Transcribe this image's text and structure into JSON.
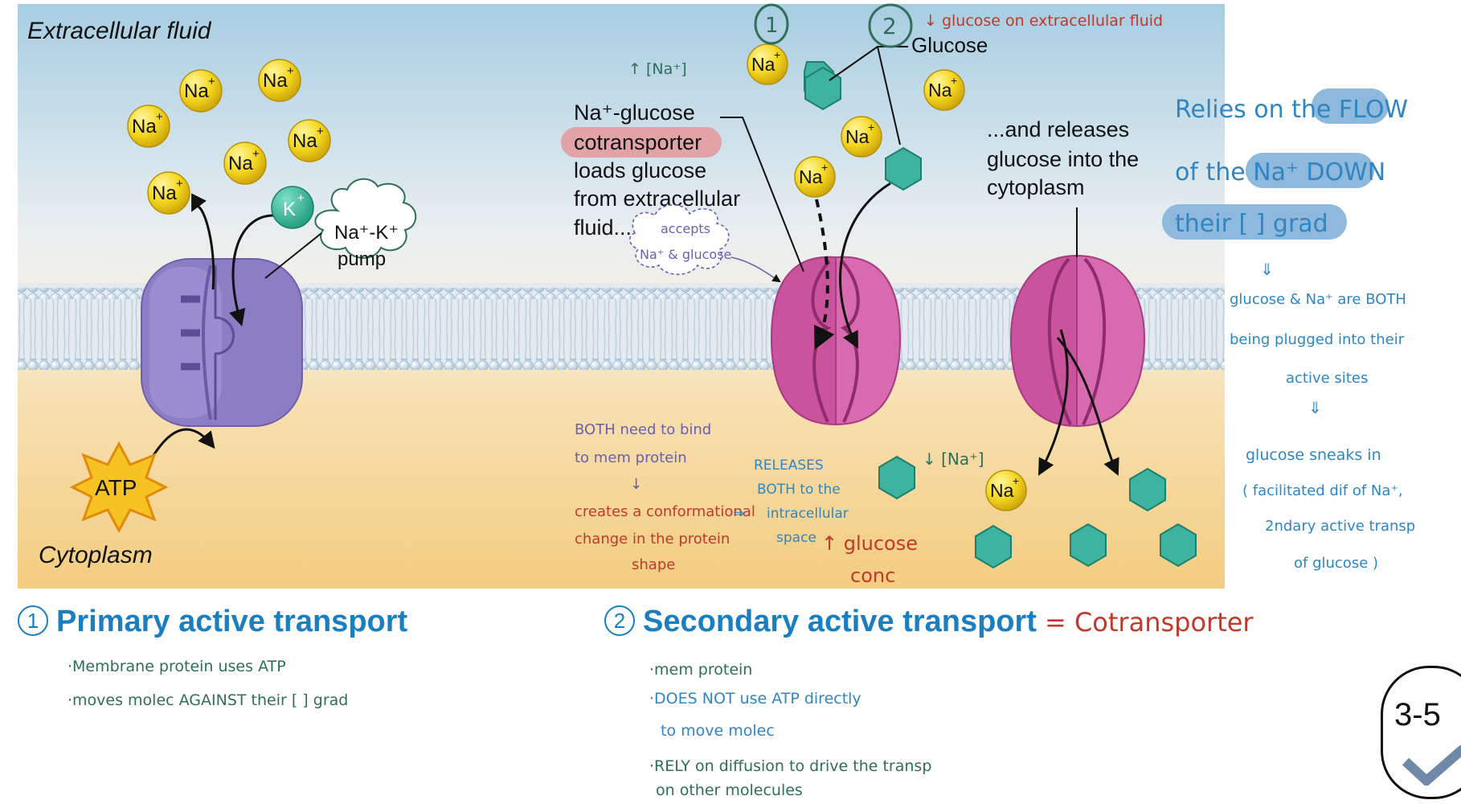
{
  "labels": {
    "extracellular": "Extracellular fluid",
    "cytoplasm": "Cytoplasm",
    "na": "Na",
    "plus": "+",
    "k": "K",
    "atp": "ATP",
    "pump_line1": "Na⁺-K⁺",
    "pump_line2": "pump",
    "glucose": "Glucose",
    "cotrans_line1": "Na⁺-glucose",
    "cotrans_line2": "cotransporter",
    "cotrans_line3": "loads glucose",
    "cotrans_line4": "from extracellular",
    "cotrans_line5": "fluid...",
    "release_line1": "...and releases",
    "release_line2": "glucose into the",
    "release_line3": "cytoplasm"
  },
  "annotations": {
    "num1": "1",
    "num2": "2",
    "glucose_ecf": "↓ glucose on extracellular fluid",
    "na_up": "↑ [Na⁺]",
    "accepts_1": "accepts",
    "accepts_2": "Na⁺ & glucose",
    "both_bind_1": "BOTH need to bind",
    "both_bind_2": "to mem protein",
    "both_bind_arrow": "↓",
    "conf_1": "creates a conformational",
    "conf_2": "change in the protein",
    "conf_3": "shape",
    "release_1": "RELEASES",
    "release_2": "BOTH to the",
    "release_3": "intracellular",
    "release_4": "space",
    "release_arrow": "⇒",
    "glucose_conc_1": "↑ glucose",
    "glucose_conc_2": "conc",
    "na_down": "↓ [Na⁺]",
    "relies_1": "Relies on the FLOW",
    "relies_2": "of the Na⁺ DOWN",
    "relies_3": "their [ ] grad",
    "arrow_down": "⇓",
    "plugged_1": "glucose & Na⁺ are BOTH",
    "plugged_2": "being plugged into their",
    "plugged_3": "active sites",
    "sneaks_1": "glucose sneaks in",
    "sneaks_2": "( facilitated dif of Na⁺,",
    "sneaks_3": "2ndary active transp",
    "sneaks_4": "of glucose )"
  },
  "titles": {
    "primary_num": "1",
    "primary": "Primary active transport",
    "secondary_num": "2",
    "secondary": "Secondary active transport",
    "secondary_suffix": "= Cotransporter"
  },
  "notes": {
    "primary": [
      "·Membrane protein uses ATP",
      "·moves molec AGAINST their [ ] grad"
    ],
    "secondary_1": "·mem protein",
    "secondary_2": "·DOES NOT use ATP directly",
    "secondary_3": "to move molec",
    "secondary_4": "·RELY on diffusion to drive the transp",
    "secondary_5": "on other molecules"
  },
  "badge": "3-5",
  "colors": {
    "ecf_top": "#9fc6dc",
    "cyto": "#f4cf80",
    "pump": "#8f7fc6",
    "cotransporter": "#cc5ea5",
    "sodium": "#f2d31d",
    "potassium": "#2aae8c",
    "glucose": "#3db3a0",
    "title_blue": "#1a7fc0",
    "note_green": "#2f6e5a",
    "note_red": "#c0392b",
    "note_blue": "#2f86c2",
    "note_purple": "#6b5fb0",
    "highlight_pink": "#e2a3a8",
    "highlight_blue": "#8fb8dd"
  }
}
